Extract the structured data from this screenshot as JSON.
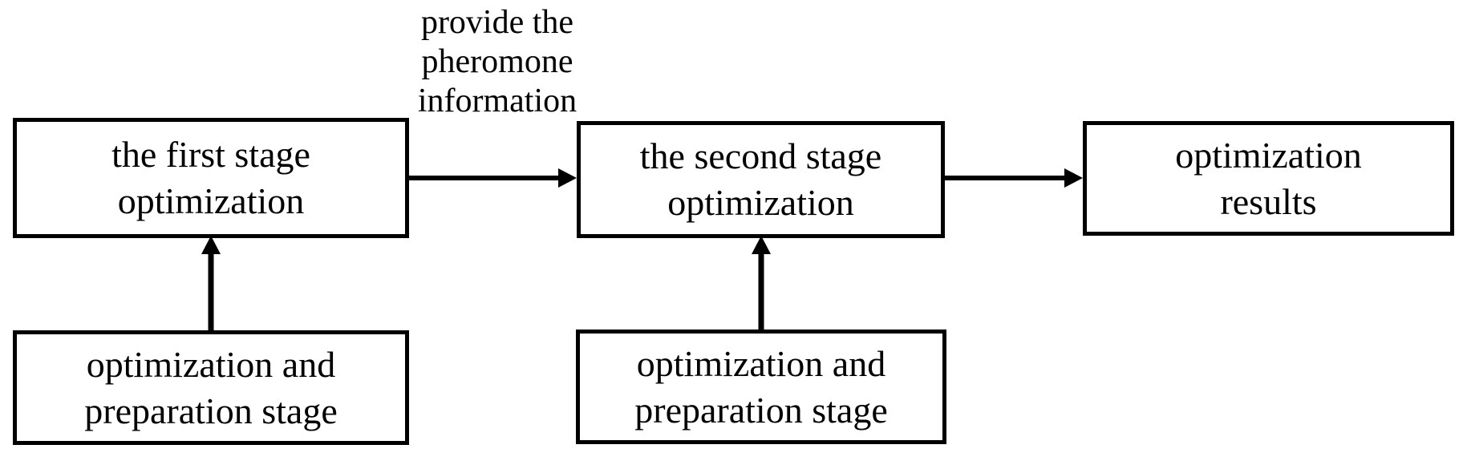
{
  "diagram": {
    "title": "two-stage optimization flowchart",
    "colors": {
      "ink": "#000000",
      "paper": "#ffffff"
    },
    "boxes": [
      {
        "id": "first-stage",
        "lines": [
          "the first stage",
          "optimization"
        ]
      },
      {
        "id": "second-stage",
        "lines": [
          "the second stage",
          "optimization"
        ]
      },
      {
        "id": "results",
        "lines": [
          "optimization",
          "results"
        ]
      },
      {
        "id": "prep-left",
        "lines": [
          "optimization and",
          "preparation stage"
        ]
      },
      {
        "id": "prep-right",
        "lines": [
          "optimization and",
          "preparation stage"
        ]
      }
    ],
    "edge_label": {
      "lines": [
        "provide the",
        "pheromone",
        "information"
      ]
    },
    "edges": [
      {
        "from": "first-stage",
        "to": "second-stage",
        "label": "provide the pheromone information"
      },
      {
        "from": "second-stage",
        "to": "results",
        "label": ""
      },
      {
        "from": "prep-left",
        "to": "first-stage",
        "label": ""
      },
      {
        "from": "prep-right",
        "to": "second-stage",
        "label": ""
      }
    ]
  }
}
